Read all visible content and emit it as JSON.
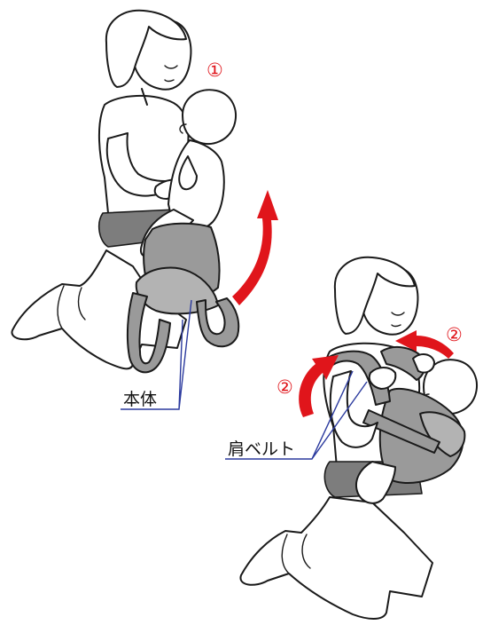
{
  "labels": {
    "body_part": "本体",
    "shoulder_belt": "肩ベルト"
  },
  "steps": {
    "step1": "①",
    "step2_left": "②",
    "step2_right": "②"
  },
  "colors": {
    "arrow": "#e0151b",
    "leader_line": "#2b3a9e",
    "carrier_fill": "#9a9a9a"
  }
}
